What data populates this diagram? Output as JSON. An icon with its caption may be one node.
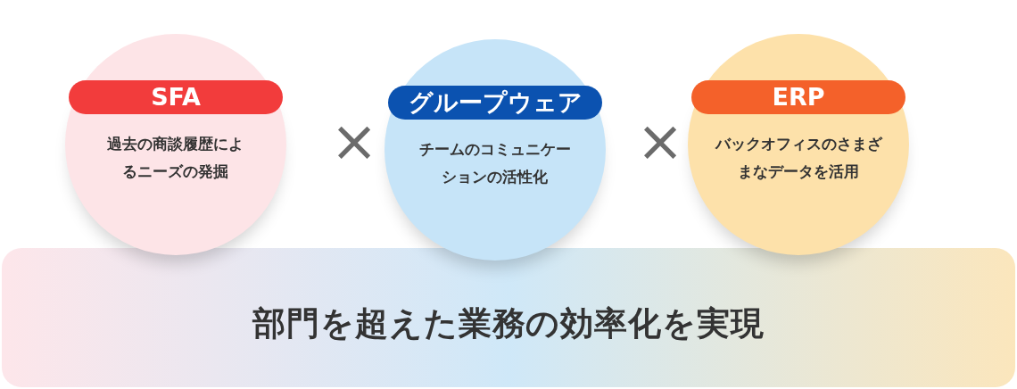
{
  "diagram": {
    "nodes": [
      {
        "text": [
          "SFA",
          "過去の商談履歴によるニーズの発掘"
        ]
      },
      {
        "text": [
          "グループウェア",
          "チームのコミュニケーションの活性化"
        ]
      },
      {
        "text": [
          "ERP",
          "バックオフィスのさまざまなデータを活用"
        ]
      },
      {
        "text": [
          "部門を超えた業務の効率化を実現"
        ]
      }
    ],
    "labels": [
      "×",
      "×"
    ]
  }
}
